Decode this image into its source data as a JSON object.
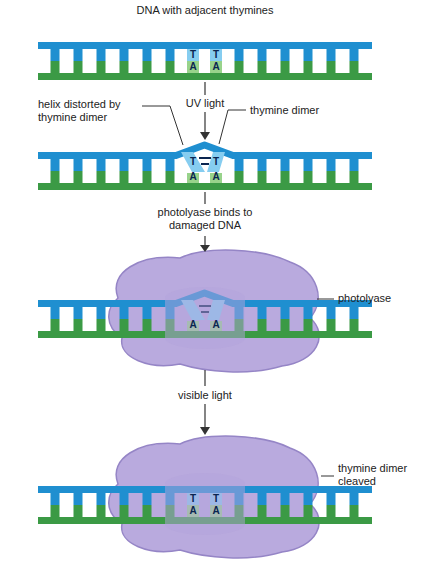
{
  "diagram": {
    "labels": [
      "DNA with adjacent thymines",
      "T",
      "T",
      "A",
      "A",
      "UV light",
      "helix distorted by thymine dimer",
      "thymine dimer",
      "T",
      "T",
      "A",
      "A",
      "photolyase binds to damaged DNA",
      "photolyase",
      "A",
      "A",
      "visible light",
      "thymine dimer cleaved",
      "T",
      "T",
      "A",
      "A"
    ]
  }
}
